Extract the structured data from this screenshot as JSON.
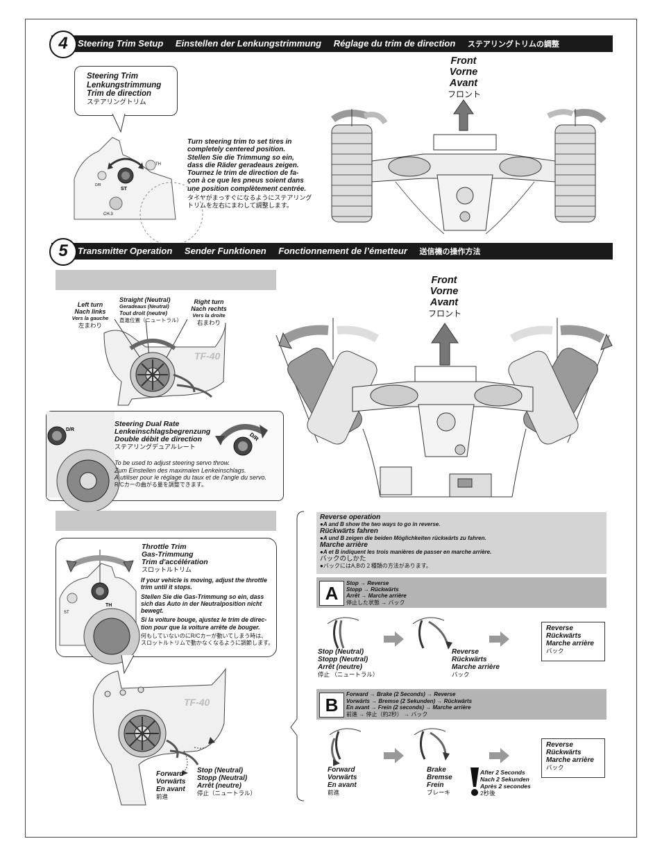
{
  "section4": {
    "number": "4",
    "title_en": "Steering Trim Setup",
    "title_de": "Einstellen der Lenkungstrimmung",
    "title_fr": "Réglage du trim de direction",
    "title_jp": "ステアリングトリムの調整",
    "callout": [
      "Steering Trim",
      "Lenkungstrimmung",
      "Trim de direction",
      "ステアリングトリム"
    ],
    "instructions": [
      "Turn steering trim to set tires in",
      "completely centered position.",
      "Stellen Sie die Trimmung so ein,",
      "dass die Räder geradeaus zeigen.",
      "Tournez le trim de direction de fa-",
      "çon à ce que les pneus soient dans",
      "une position complètement centrée.",
      "タイヤがまっすぐになるようにステアリング",
      "トリムを左右にまわして調整します。"
    ],
    "front_label": [
      "Front",
      "Vorne",
      "Avant",
      "フロント"
    ],
    "tx_labels": {
      "st": "ST",
      "th": "TH",
      "dr": "D/R",
      "ch3": "CH.3"
    }
  },
  "section5": {
    "number": "5",
    "title_en": "Transmitter Operation",
    "title_de": "Sender Funktionen",
    "title_fr": "Fonctionnement de l’émetteur",
    "title_jp": "送信機の操作方法",
    "steering": {
      "left": [
        "Left turn",
        "Nach links",
        "Vers la gauche",
        "左まわり"
      ],
      "straight": [
        "Straight (Neutral)",
        "Geradeaus (Neutral)",
        "Tout droit (neutre)",
        "直進位置（ニュートラル）"
      ],
      "right": [
        "Right turn",
        "Nach rechts",
        "Vers la droite",
        "右まわり"
      ],
      "brand": "TF-40"
    },
    "dual_rate": {
      "title": [
        "Steering Dual Rate",
        "Lenkeinschlagsbegrenzung",
        "Double débit de direction",
        "ステアリングデュアルレート"
      ],
      "body": [
        "To be used to adjust steering servo throw.",
        "Zum Einstellen des maximalen Lenkeinschlags.",
        "A utiliser pour le réglage du taux et de l'angle du servo.",
        "R/Cカーの曲がる量を調整できます。"
      ],
      "knob": "D/R",
      "dr_label": "D/R"
    },
    "front_label": [
      "Front",
      "Vorne",
      "Avant",
      "フロント"
    ],
    "throttle_trim": {
      "title": [
        "Throttle Trim",
        "Gas-Trimmung",
        "Trim d'accélération",
        "スロットルトリム"
      ],
      "body": [
        "If your vehicle is moving, adjust the throttle",
        "trim until it stops.",
        "Stellen Sie die Gas-Trimmung so ein, dass",
        "sich das Auto in der Neutralposition nicht",
        "bewegt.",
        "Si la voiture bouge, ajustez le trim de direc-",
        "tion pour que la voiture arrête de bouger.",
        "何もしていないのにR/Cカーが動いてしまう時は、",
        "スロットルトリムで動かなくなるように調節します。"
      ],
      "th": "TH",
      "st": "ST"
    },
    "trigger": {
      "forward": [
        "Forward",
        "Vorwärts",
        "En avant",
        "前進"
      ],
      "stop": [
        "Stop (Neutral)",
        "Stopp (Neutral)",
        "Arrêt (neutre)",
        "停止（ニュートラル）"
      ]
    },
    "reverse": {
      "header": [
        "Reverse operation",
        "●A and B show the two ways to go in reverse.",
        "Rückwärts fahren",
        "●A und B zeigen die beiden Möglichkeiten rückwärts zu fahren.",
        "Marche arrière",
        "●A et B indiquent les trois manières de passer en marche arrière.",
        "バックのしかた",
        "●バックにはA,Bの２種類の方法があります。"
      ],
      "a": {
        "badge": "A",
        "seq": [
          "Stop → Reverse",
          "Stopp → Rückwärts",
          "Arrêt → Marche arrière",
          "停止した状態 → バック"
        ],
        "stop": [
          "Stop (Neutral)",
          "Stopp (Neutral)",
          "Arrêt (neutre)",
          "停止 （ニュートラル）"
        ],
        "reverse": [
          "Reverse",
          "Rückwärts",
          "Marche arrière",
          "バック"
        ],
        "result": [
          "Reverse",
          "Rückwärts",
          "Marche arrière",
          "バック"
        ]
      },
      "b": {
        "badge": "B",
        "seq": [
          "Forward → Brake (2 Seconds) → Reverse",
          "Vorwärts → Bremse (2 Sekunden) → Rückwärts",
          "En avant → Frein (2 seconds) → Marche arrière",
          "前進 → 停止（約2秒） → バック"
        ],
        "forward": [
          "Forward",
          "Vorwärts",
          "En avant",
          "前進"
        ],
        "brake": [
          "Brake",
          "Bremse",
          "Frein",
          "ブレーキ"
        ],
        "after": [
          "After 2 Seconds",
          "Nach 2 Sekunden",
          "Après 2 secondes",
          "2秒後"
        ],
        "result": [
          "Reverse",
          "Rückwärts",
          "Marche arrière",
          "バック"
        ]
      }
    }
  },
  "colors": {
    "header_bg": "#1a1a1a",
    "gray_bar": "#c8c8c8",
    "tire_gray": "#9a9a9a"
  }
}
